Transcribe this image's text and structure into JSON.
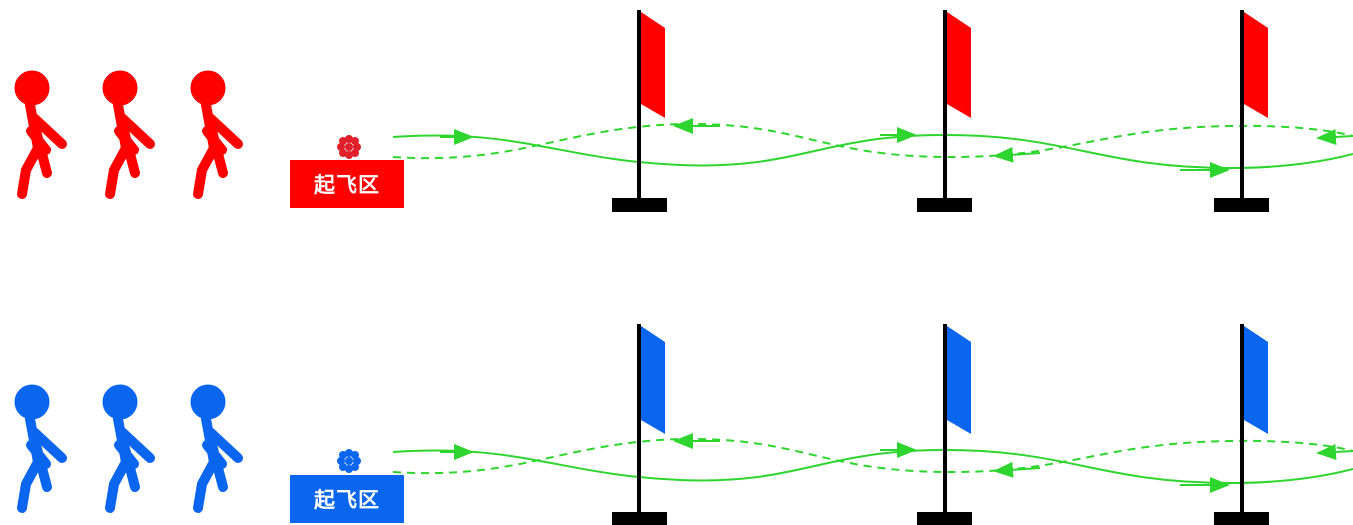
{
  "lanes": [
    {
      "id": "red",
      "color": "#ff0000",
      "flag_color": "#ff0000",
      "takeoff_label": "起飞区",
      "people_count": 3,
      "flag_count": 3
    },
    {
      "id": "blue",
      "color": "#0a66ee",
      "flag_color": "#0a66ee",
      "takeoff_label": "起飞区",
      "people_count": 3,
      "flag_count": 3
    }
  ],
  "colors": {
    "path": "#2fd52f",
    "pole": "#000000",
    "drone": "#e0202a"
  },
  "icons": [
    "person-icon",
    "drone-icon",
    "flag-icon",
    "arrow-icon"
  ]
}
